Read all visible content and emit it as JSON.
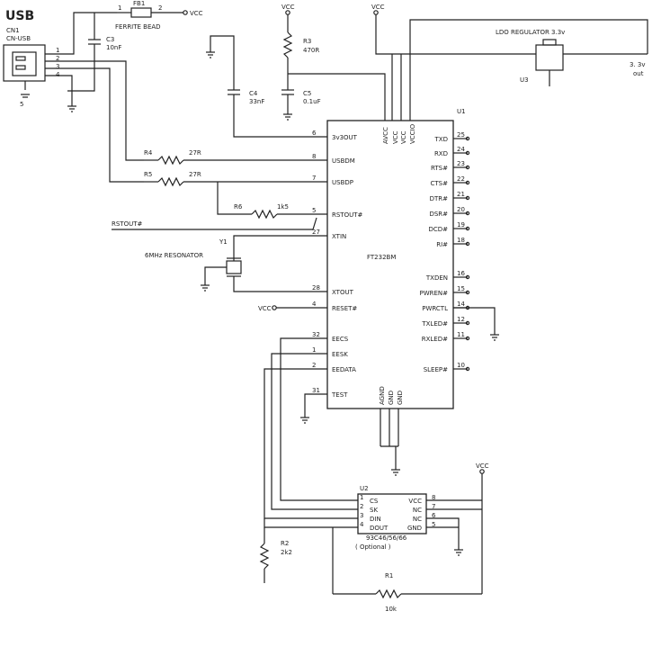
{
  "title": "USB",
  "connector": {
    "ref": "CN1",
    "name": "CN-USB",
    "pins": [
      "1",
      "2",
      "3",
      "4"
    ],
    "shield": "5"
  },
  "ferrite": {
    "ref": "FB1",
    "name": "FERRITE BEAD",
    "pin1": "1",
    "pin2": "2"
  },
  "vcc": "VCC",
  "capacitors": {
    "c3": {
      "ref": "C3",
      "value": "10nF"
    },
    "c4": {
      "ref": "C4",
      "value": "33nF"
    },
    "c5": {
      "ref": "C5",
      "value": "0.1uF"
    }
  },
  "resistors": {
    "r1": {
      "ref": "R1",
      "value": "10k"
    },
    "r2": {
      "ref": "R2",
      "value": "2k2"
    },
    "r3": {
      "ref": "R3",
      "value": "470R"
    },
    "r4": {
      "ref": "R4",
      "value": "27R"
    },
    "r5": {
      "ref": "R5",
      "value": "27R"
    },
    "r6": {
      "ref": "R6",
      "value": "1k5"
    }
  },
  "ldo": {
    "name": "LDO REGULATOR 3.3v",
    "ref": "U3",
    "out_line1": "3. 3v",
    "out_line2": "out"
  },
  "resonator": {
    "ref": "Y1",
    "name": "6MHz RESONATOR"
  },
  "rstout_net": "RSTOUT#",
  "u1": {
    "ref": "U1",
    "name": "FT232BM",
    "left_pins": [
      {
        "num": "6",
        "name": "3v3OUT"
      },
      {
        "num": "8",
        "name": "USBDM"
      },
      {
        "num": "7",
        "name": "USBDP"
      },
      {
        "num": "5",
        "name": "RSTOUT#"
      },
      {
        "num": "27",
        "name": "XTIN"
      },
      {
        "num": "28",
        "name": "XTOUT"
      },
      {
        "num": "4",
        "name": "RESET#"
      },
      {
        "num": "32",
        "name": "EECS"
      },
      {
        "num": "1",
        "name": "EESK"
      },
      {
        "num": "2",
        "name": "EEDATA"
      },
      {
        "num": "31",
        "name": "TEST"
      }
    ],
    "right_pins": [
      {
        "num": "25",
        "name": "TXD"
      },
      {
        "num": "24",
        "name": "RXD"
      },
      {
        "num": "23",
        "name": "RTS#"
      },
      {
        "num": "22",
        "name": "CTS#"
      },
      {
        "num": "21",
        "name": "DTR#"
      },
      {
        "num": "20",
        "name": "DSR#"
      },
      {
        "num": "19",
        "name": "DCD#"
      },
      {
        "num": "18",
        "name": "RI#"
      },
      {
        "num": "16",
        "name": "TXDEN"
      },
      {
        "num": "15",
        "name": "PWREN#"
      },
      {
        "num": "14",
        "name": "PWRCTL"
      },
      {
        "num": "12",
        "name": "TXLED#"
      },
      {
        "num": "11",
        "name": "RXLED#"
      },
      {
        "num": "10",
        "name": "SLEEP#"
      }
    ],
    "top_pins": [
      "AVCC",
      "VCC",
      "VCC",
      "VCCIO"
    ],
    "bottom_pins": [
      "AGND",
      "GND",
      "GND"
    ]
  },
  "u2": {
    "ref": "U2",
    "name": "93C46/56/66",
    "note": "( Optional )",
    "left_pins": [
      {
        "num": "1",
        "name": "CS"
      },
      {
        "num": "2",
        "name": "SK"
      },
      {
        "num": "3",
        "name": "DIN"
      },
      {
        "num": "4",
        "name": "DOUT"
      }
    ],
    "right_pins": [
      {
        "num": "8",
        "name": "VCC"
      },
      {
        "num": "7",
        "name": "NC"
      },
      {
        "num": "6",
        "name": "NC"
      },
      {
        "num": "5",
        "name": "GND"
      }
    ]
  }
}
